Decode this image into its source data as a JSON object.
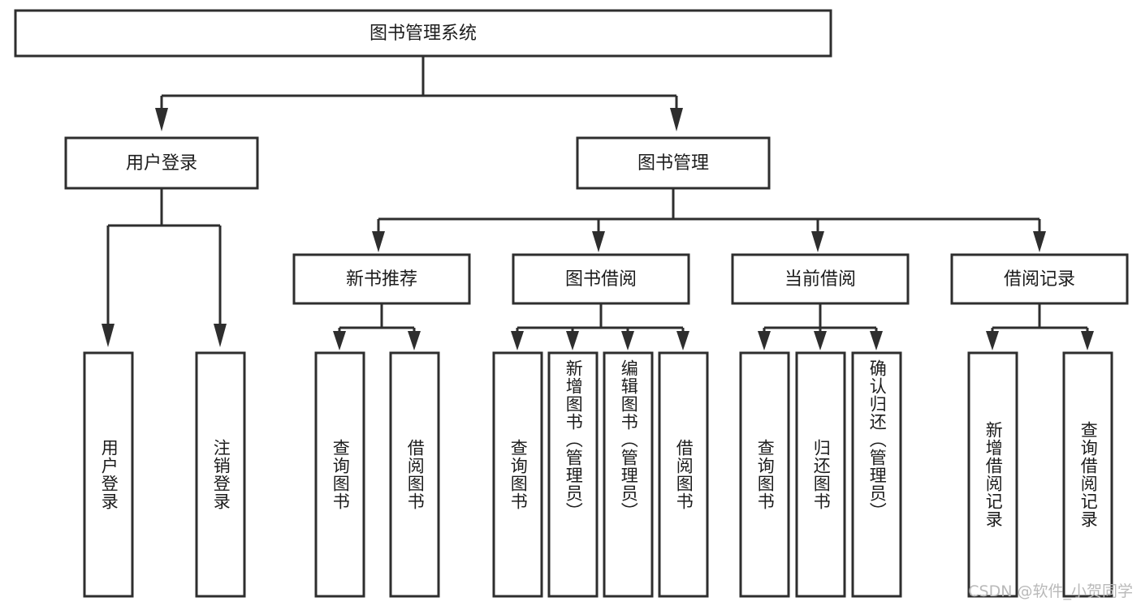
{
  "diagram": {
    "title": "图书管理系统",
    "type": "tree-hierarchy",
    "orientation": "top-down",
    "colors": {
      "stroke": "#2e2e2e",
      "box_fill": "#ffffff",
      "text": "#1c1c1c",
      "background": "#ffffff",
      "watermark": "#b9b9b9"
    },
    "levels": {
      "root": {
        "label": "图书管理系统"
      },
      "level2": [
        {
          "id": "user-login",
          "label": "用户登录"
        },
        {
          "id": "book-management",
          "label": "图书管理"
        }
      ],
      "level3": [
        {
          "id": "new-book-recommend",
          "label": "新书推荐",
          "parent": "book-management"
        },
        {
          "id": "book-borrow",
          "label": "图书借阅",
          "parent": "book-management"
        },
        {
          "id": "current-borrow",
          "label": "当前借阅",
          "parent": "book-management"
        },
        {
          "id": "borrow-record",
          "label": "借阅记录",
          "parent": "book-management"
        }
      ],
      "leaves": [
        {
          "id": "leaf-user-login",
          "label": "用户登录",
          "parent": "user-login"
        },
        {
          "id": "leaf-logout",
          "label": "注销登录",
          "parent": "user-login"
        },
        {
          "id": "leaf-query-book-1",
          "label": "查询图书",
          "parent": "new-book-recommend"
        },
        {
          "id": "leaf-borrow-book-1",
          "label": "借阅图书",
          "parent": "new-book-recommend"
        },
        {
          "id": "leaf-query-book-2",
          "label": "查询图书",
          "parent": "book-borrow"
        },
        {
          "id": "leaf-add-book",
          "label": "新增图书（管理员）",
          "parent": "book-borrow"
        },
        {
          "id": "leaf-edit-book",
          "label": "编辑图书（管理员）",
          "parent": "book-borrow"
        },
        {
          "id": "leaf-borrow-book-2",
          "label": "借阅图书",
          "parent": "book-borrow"
        },
        {
          "id": "leaf-query-book-3",
          "label": "查询图书",
          "parent": "current-borrow"
        },
        {
          "id": "leaf-return-book",
          "label": "归还图书",
          "parent": "current-borrow"
        },
        {
          "id": "leaf-confirm-return",
          "label": "确认归还（管理员）",
          "parent": "current-borrow"
        },
        {
          "id": "leaf-add-record",
          "label": "新增借阅记录",
          "parent": "borrow-record"
        },
        {
          "id": "leaf-query-record",
          "label": "查询借阅记录",
          "parent": "borrow-record"
        }
      ]
    },
    "watermark": "CSDN @软件_小贺同学"
  }
}
